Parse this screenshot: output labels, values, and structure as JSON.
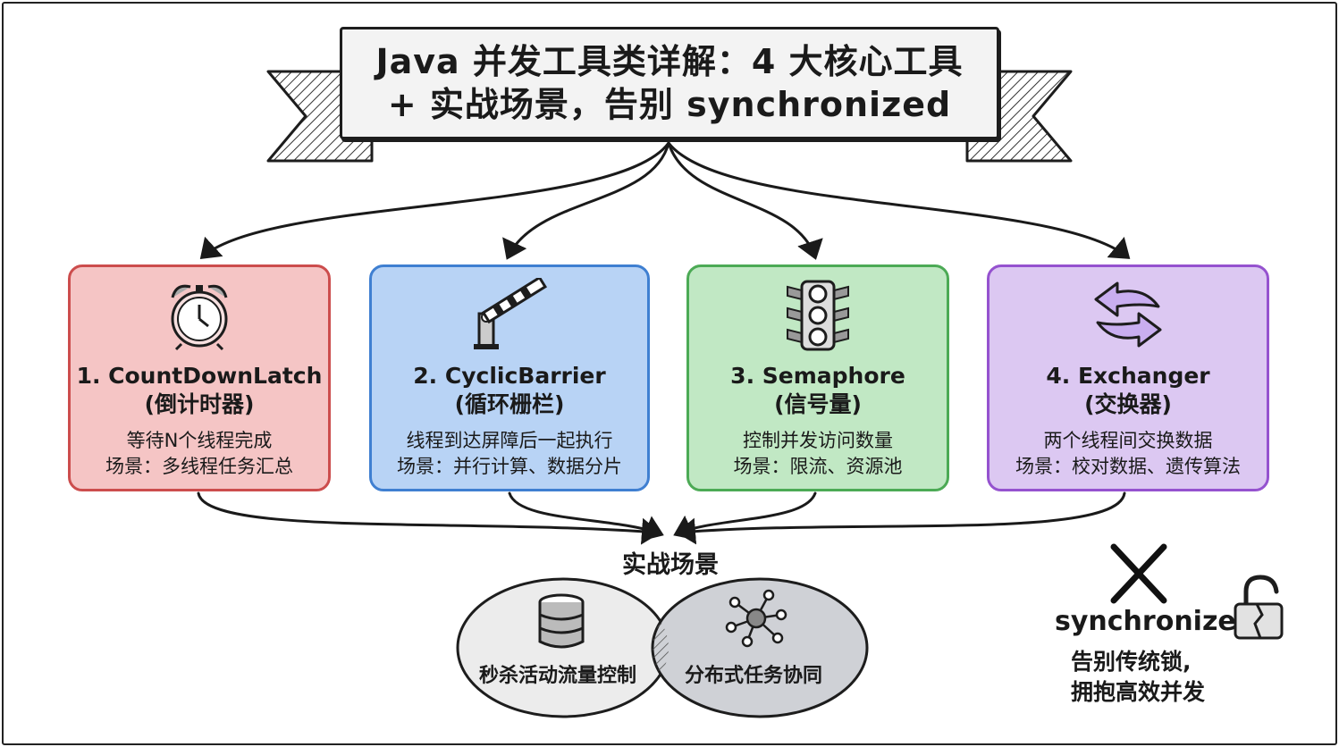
{
  "title": {
    "line1": "Java 并发工具类详解：4 大核心工具",
    "line2": "+ 实战场景，告别 synchronized"
  },
  "cards": [
    {
      "name": "1. CountDownLatch",
      "cn": "(倒计时器)",
      "desc1": "等待N个线程完成",
      "desc2": "场景：多线程任务汇总",
      "icon": "alarm-clock-icon",
      "bg": "#f5c5c5",
      "border": "#cc4d4d"
    },
    {
      "name": "2. CyclicBarrier",
      "cn": "(循环栅栏)",
      "desc1": "线程到达屏障后一起执行",
      "desc2": "场景：并行计算、数据分片",
      "icon": "barrier-gate-icon",
      "bg": "#b8d3f5",
      "border": "#3f7fd1"
    },
    {
      "name": "3. Semaphore",
      "cn": "(信号量)",
      "desc1": "控制并发访问数量",
      "desc2": "场景：限流、资源池",
      "icon": "traffic-light-icon",
      "bg": "#c1e8c4",
      "border": "#4caa55"
    },
    {
      "name": "4. Exchanger",
      "cn": "(交换器)",
      "desc1": "两个线程间交换数据",
      "desc2": "场景：校对数据、遗传算法",
      "icon": "swap-arrows-icon",
      "bg": "#dcc8f2",
      "border": "#9552cf"
    }
  ],
  "practice": {
    "label": "实战场景",
    "left": "秒杀活动流量控制",
    "right": "分布式任务协同"
  },
  "farewell": {
    "word": "synchronized",
    "note1": "告别传统锁,",
    "note2": "拥抱高效并发"
  }
}
